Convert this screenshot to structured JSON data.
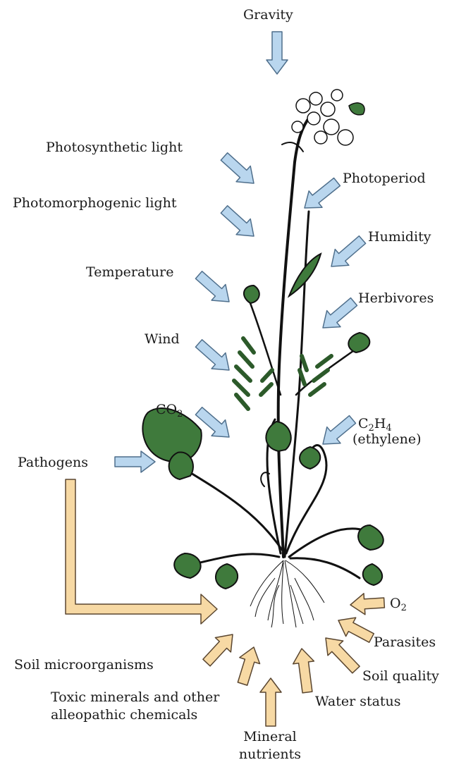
{
  "diagram": {
    "colors": {
      "air_arrow_fill": "#b9d6ee",
      "air_arrow_stroke": "#4f6f8c",
      "soil_arrow_fill": "#f7d9a4",
      "soil_arrow_stroke": "#5a4630",
      "leaf_fill": "#3f7a3c",
      "stem": "#111111",
      "flower_fill": "#ffffff"
    },
    "above_ground_factors": [
      {
        "id": "gravity",
        "label": "Gravity"
      },
      {
        "id": "photosynthetic_light",
        "label": "Photosynthetic light"
      },
      {
        "id": "photoperiod",
        "label": "Photoperiod"
      },
      {
        "id": "photomorphogenic_light",
        "label": "Photomorphogenic light"
      },
      {
        "id": "humidity",
        "label": "Humidity"
      },
      {
        "id": "temperature",
        "label": "Temperature"
      },
      {
        "id": "herbivores",
        "label": "Herbivores"
      },
      {
        "id": "wind",
        "label": "Wind"
      },
      {
        "id": "co2",
        "label_main": "CO",
        "label_sub": "2"
      },
      {
        "id": "c2h4",
        "label_c": "C",
        "label_sub1": "2",
        "label_h": "H",
        "label_sub2": "4",
        "label_line2": "(ethylene)"
      },
      {
        "id": "pathogens",
        "label": "Pathogens"
      }
    ],
    "below_ground_factors": [
      {
        "id": "o2",
        "label_main": "O",
        "label_sub": "2"
      },
      {
        "id": "parasites",
        "label": "Parasites"
      },
      {
        "id": "soil_microorganisms",
        "label": "Soil microorganisms"
      },
      {
        "id": "soil_quality",
        "label": "Soil quality"
      },
      {
        "id": "toxic_minerals",
        "label_line1": "Toxic minerals and other",
        "label_line2": "alleopathic chemicals"
      },
      {
        "id": "water_status",
        "label": "Water status"
      },
      {
        "id": "mineral_nutrients",
        "label_line1": "Mineral",
        "label_line2": "nutrients"
      }
    ]
  }
}
